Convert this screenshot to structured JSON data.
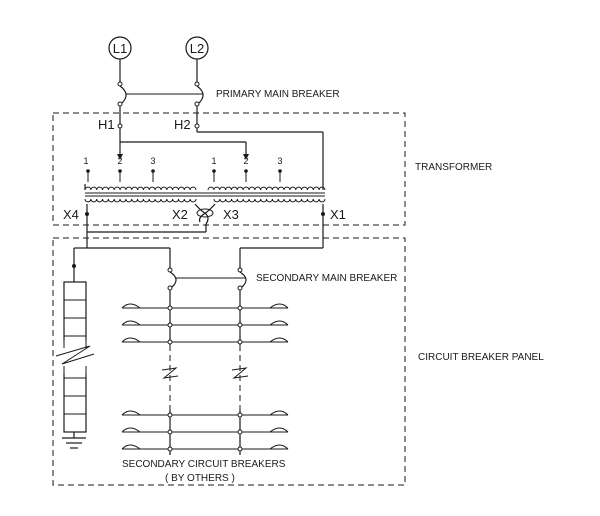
{
  "lines": {
    "l1": "L1",
    "l2": "L2"
  },
  "labels": {
    "primary_main_breaker": "PRIMARY MAIN BREAKER",
    "transformer": "TRANSFORMER",
    "secondary_main_breaker": "SECONDARY MAIN BREAKER",
    "circuit_breaker_panel": "CIRCUIT BREAKER PANEL",
    "secondary_circuit_breakers": "SECONDARY CIRCUIT BREAKERS",
    "by_others": "( BY OTHERS )"
  },
  "terminals": {
    "h1": "H1",
    "h2": "H2",
    "x1": "X1",
    "x2": "X2",
    "x3": "X3",
    "x4": "X4"
  },
  "taps": {
    "t1": "1",
    "t2": "2",
    "t3": "3"
  }
}
